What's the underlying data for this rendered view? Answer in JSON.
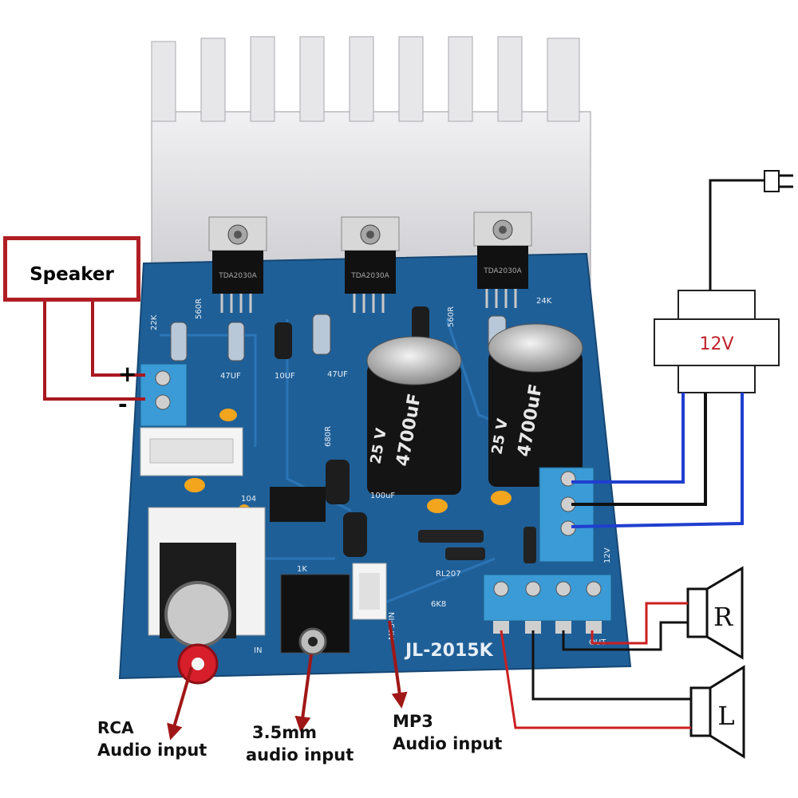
{
  "speaker": {
    "label": "Speaker",
    "plus": "+",
    "minus": "-"
  },
  "transformer": {
    "voltage": "12V"
  },
  "board": {
    "model": "JL-2015K",
    "ic_chips": [
      "TDA2030A",
      "TDA2030A",
      "TDA2030A"
    ],
    "main_caps": [
      {
        "value": "4700uF",
        "voltage": "25 V"
      },
      {
        "value": "4700uF",
        "voltage": "25 V"
      }
    ],
    "small_labels": [
      "47UF",
      "10UF",
      "47UF",
      "22K",
      "560R",
      "560R",
      "24K",
      "680R",
      "100uF",
      "RL207",
      "6K8",
      "IN",
      "MP3-IN",
      "1K",
      "104",
      "12V",
      "OUT"
    ]
  },
  "speakers_out": {
    "right": "R",
    "left": "L"
  },
  "callouts": {
    "rca_line1": "RCA",
    "rca_line2": "Audio input",
    "jack_line1": "3.5mm",
    "jack_line2": "audio input",
    "mp3_line1": "MP3",
    "mp3_line2": "Audio input"
  },
  "colors": {
    "board": "#1f5f97",
    "terminal": "#3a9bd6",
    "heatsink": "#d9d9dc",
    "wire_red": "#cc1f1f",
    "wire_blue": "#1f3fcf",
    "wire_black": "#111111",
    "arrow": "#a01717"
  }
}
